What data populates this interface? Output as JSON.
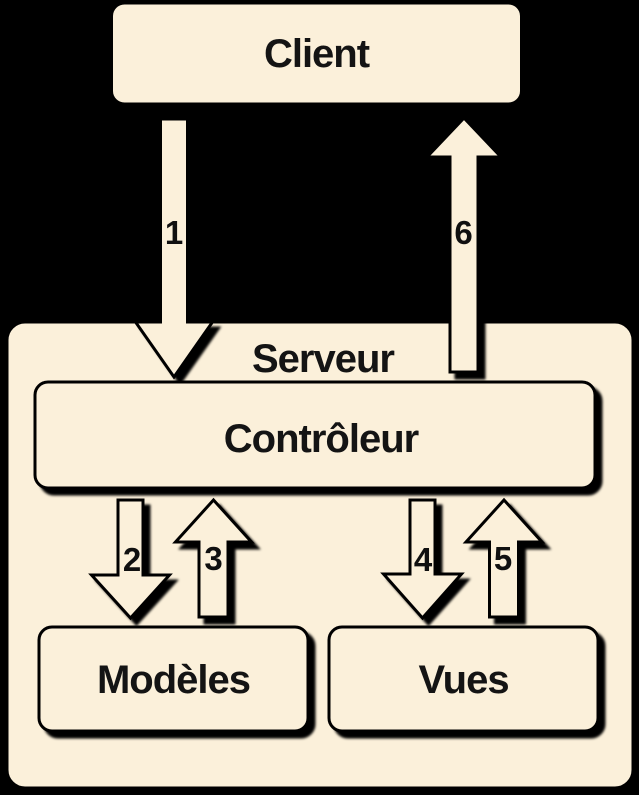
{
  "diagram": {
    "description": "MVC client-server flow diagram",
    "nodes": {
      "client": {
        "label": "Client"
      },
      "server": {
        "label": "Serveur"
      },
      "controller": {
        "label": "Contrôleur"
      },
      "models": {
        "label": "Modèles"
      },
      "views": {
        "label": "Vues"
      }
    },
    "arrows": [
      {
        "number": "1",
        "from": "Client",
        "to": "Contrôleur",
        "direction": "down"
      },
      {
        "number": "2",
        "from": "Contrôleur",
        "to": "Modèles",
        "direction": "down"
      },
      {
        "number": "3",
        "from": "Modèles",
        "to": "Contrôleur",
        "direction": "up"
      },
      {
        "number": "4",
        "from": "Contrôleur",
        "to": "Vues",
        "direction": "down"
      },
      {
        "number": "5",
        "from": "Vues",
        "to": "Contrôleur",
        "direction": "up"
      },
      {
        "number": "6",
        "from": "Contrôleur",
        "to": "Client",
        "direction": "up"
      }
    ],
    "colors": {
      "background": "#000000",
      "box_fill": "#FBF0DA",
      "outline": "#000000",
      "text": "#141414"
    }
  }
}
